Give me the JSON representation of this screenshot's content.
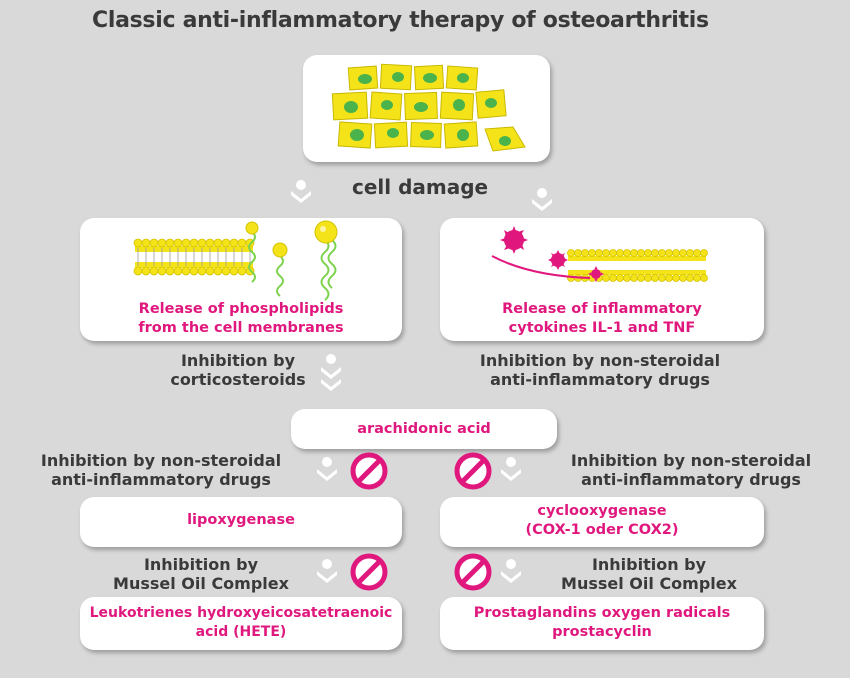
{
  "title": "Classic anti-inflammatory therapy of osteoarthritis",
  "cell_damage": "cell damage",
  "box_phospholipids": {
    "line1": "Release of phospholipids",
    "line2": "from the cell membranes"
  },
  "box_cytokines": {
    "line1": "Release of inflammatory",
    "line2": "cytokines IL-1 and TNF"
  },
  "label_corticosteroids": {
    "line1": "Inhibition by",
    "line2": "corticosteroids"
  },
  "label_nsaid_top": {
    "line1": "Inhibition by non-steroidal",
    "line2": "anti-inflammatory drugs"
  },
  "box_arachidonic": "arachidonic acid",
  "label_nsaid_left": {
    "line1": "Inhibition by non-steroidal",
    "line2": "anti-inflammatory drugs"
  },
  "label_nsaid_right": {
    "line1": "Inhibition by non-steroidal",
    "line2": "anti-inflammatory drugs"
  },
  "box_lipoxygenase": "lipoxygenase",
  "box_cyclooxygenase": {
    "line1": "cyclooxygenase",
    "line2": "(COX-1 oder COX2)"
  },
  "label_mussel_left": {
    "line1": "Inhibition by",
    "line2": "Mussel Oil Complex"
  },
  "label_mussel_right": {
    "line1": "Inhibition by",
    "line2": "Mussel Oil Complex"
  },
  "box_leukotrienes": {
    "line1": "Leukotrienes hydroxyeicosatetraenoic",
    "line2": "acid (HETE)"
  },
  "box_prostaglandins": {
    "line1": "Prostaglandins oxygen radicals",
    "line2": "prostacyclin"
  },
  "colors": {
    "accent": "#e0187e",
    "text": "#3a3a3a",
    "background": "#d9d9d9",
    "cell_yellow": "#f5e31a",
    "nucleus_green": "#4bb34b"
  },
  "icons": [
    "cell-tissue-illustration",
    "phospholipid-membrane-illustration",
    "cytokine-membrane-illustration",
    "down-chevron-icon",
    "prohibition-icon"
  ]
}
